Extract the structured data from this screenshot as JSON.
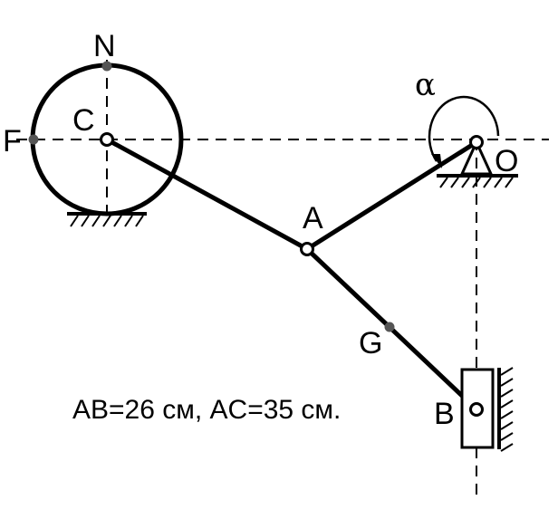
{
  "labels": {
    "N": "N",
    "F": "F",
    "C": "C",
    "A": "A",
    "O": "O",
    "G": "G",
    "B": "B",
    "alpha": "α"
  },
  "caption": "AB=26 см, AC=35 см.",
  "colors": {
    "line": "#000000",
    "point": "#555555"
  }
}
